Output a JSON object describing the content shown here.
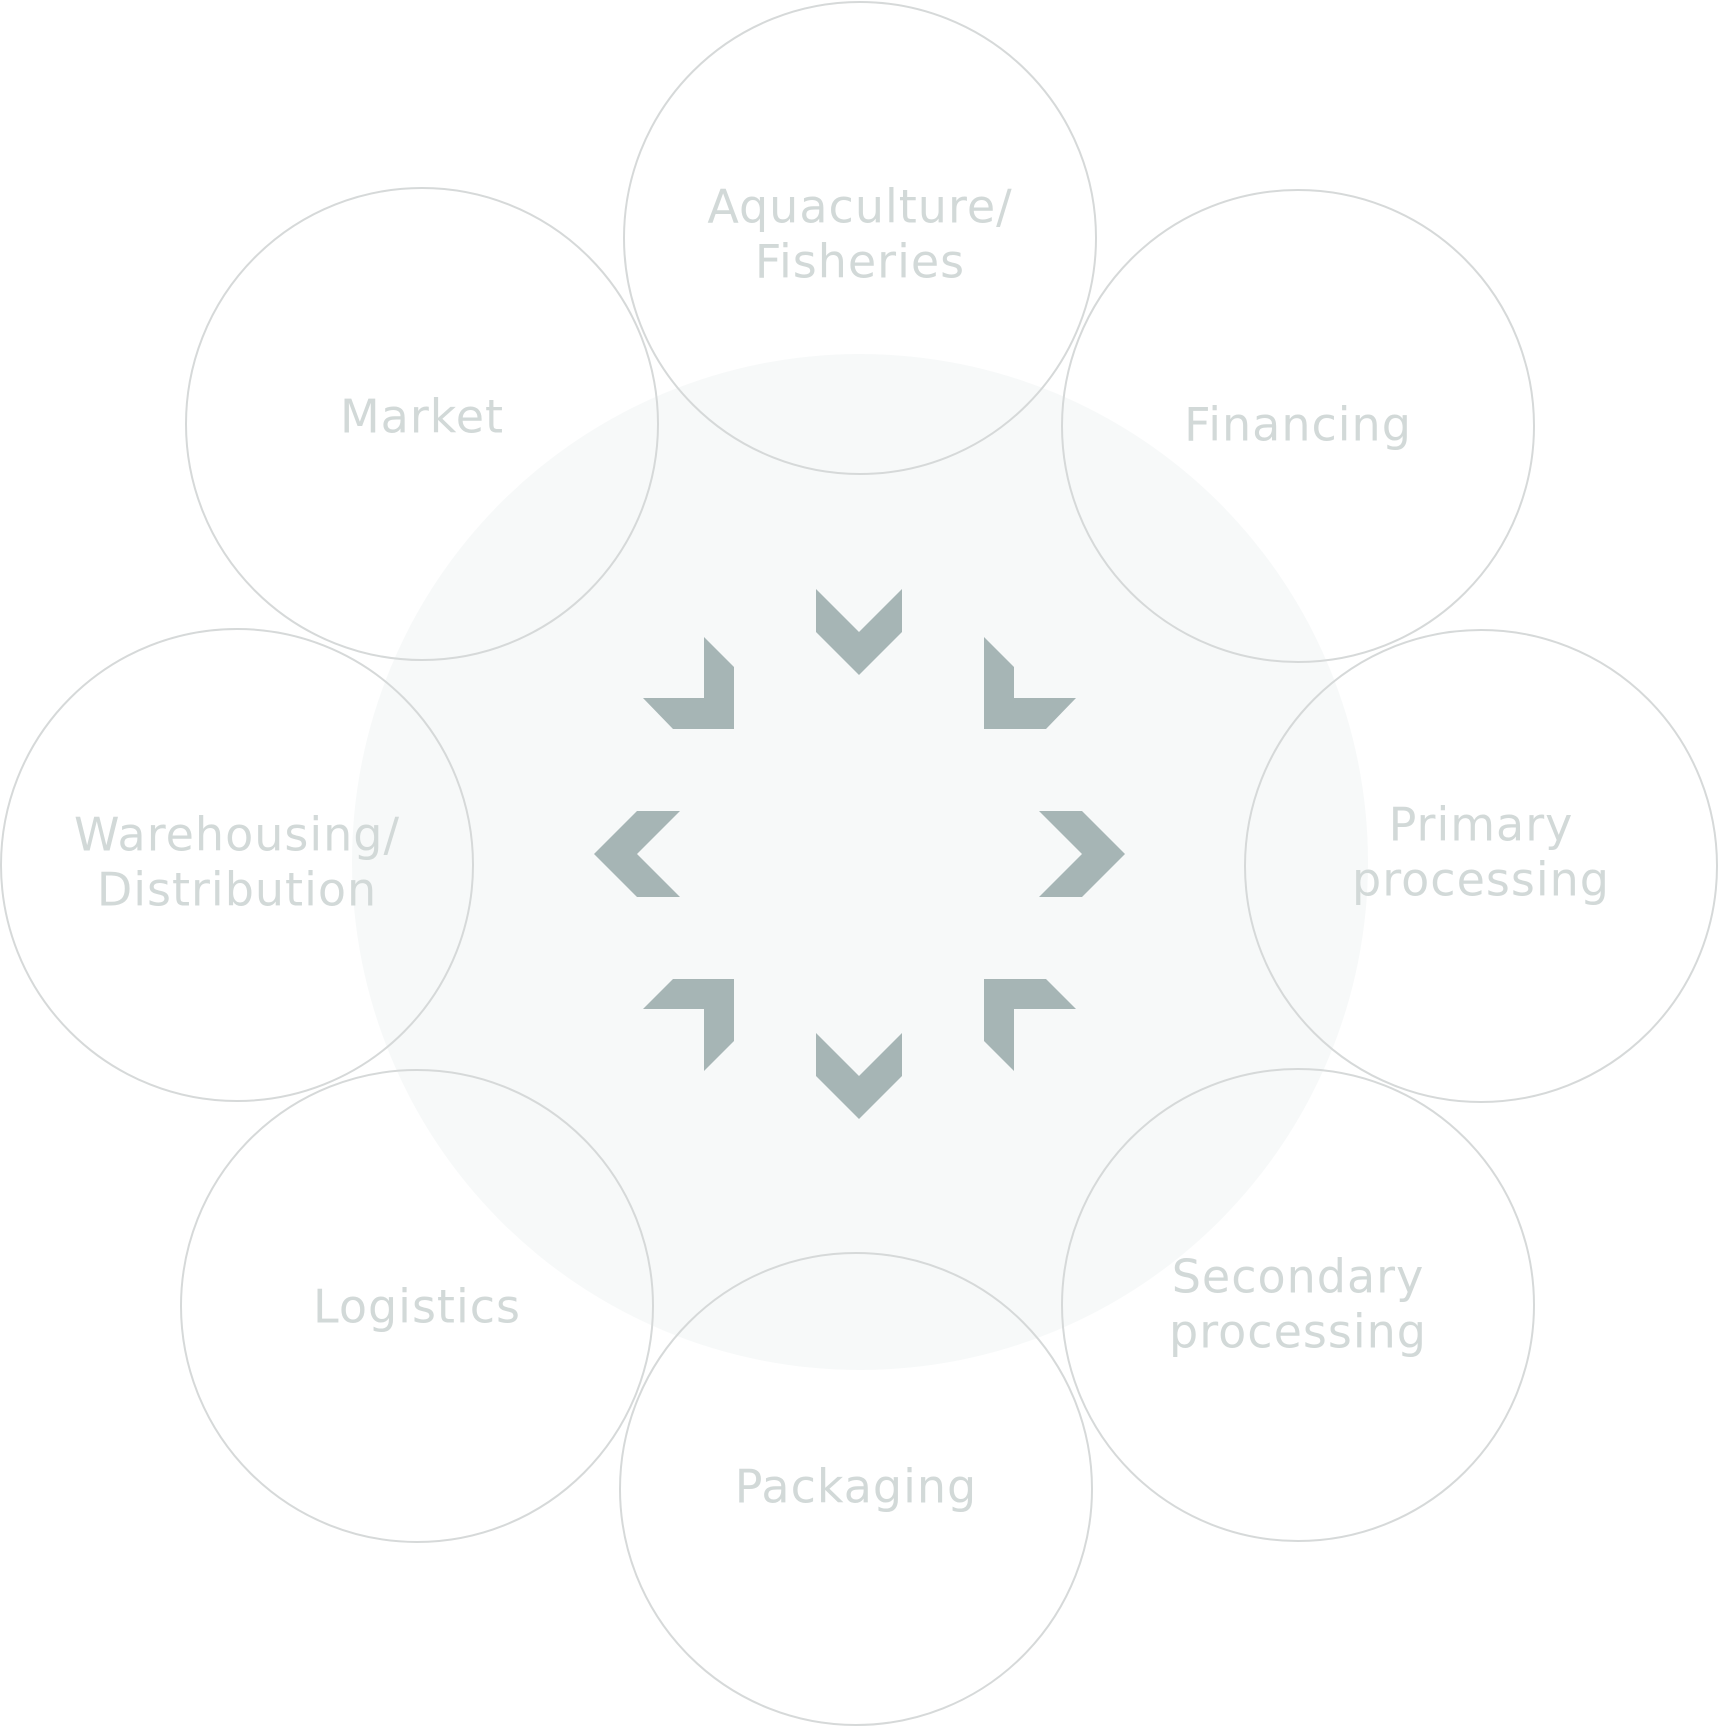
{
  "diagram": {
    "colors": {
      "background": "#ffffff",
      "center_disc": "#f7f9f9",
      "node_outline": "#d6d9d9",
      "label_text": "#d2d9d8",
      "arrow": "#a6b5b5"
    },
    "nodes": [
      {
        "id": "aquaculture",
        "lines": [
          "Aquaculture/",
          "Fisheries"
        ]
      },
      {
        "id": "financing",
        "lines": [
          "Financing"
        ]
      },
      {
        "id": "primary-processing",
        "lines": [
          "Primary",
          "processing"
        ]
      },
      {
        "id": "secondary-processing",
        "lines": [
          "Secondary",
          "processing"
        ]
      },
      {
        "id": "packaging",
        "lines": [
          "Packaging"
        ]
      },
      {
        "id": "logistics",
        "lines": [
          "Logistics"
        ]
      },
      {
        "id": "warehousing",
        "lines": [
          "Warehousing/",
          "Distribution"
        ]
      },
      {
        "id": "market",
        "lines": [
          "Market"
        ]
      }
    ],
    "center_arrows": [
      "up-arrow-icon",
      "up-right-arrow-icon",
      "right-arrow-icon",
      "down-right-arrow-icon",
      "down-arrow-icon",
      "down-left-arrow-icon",
      "left-arrow-icon",
      "up-left-arrow-icon"
    ]
  }
}
